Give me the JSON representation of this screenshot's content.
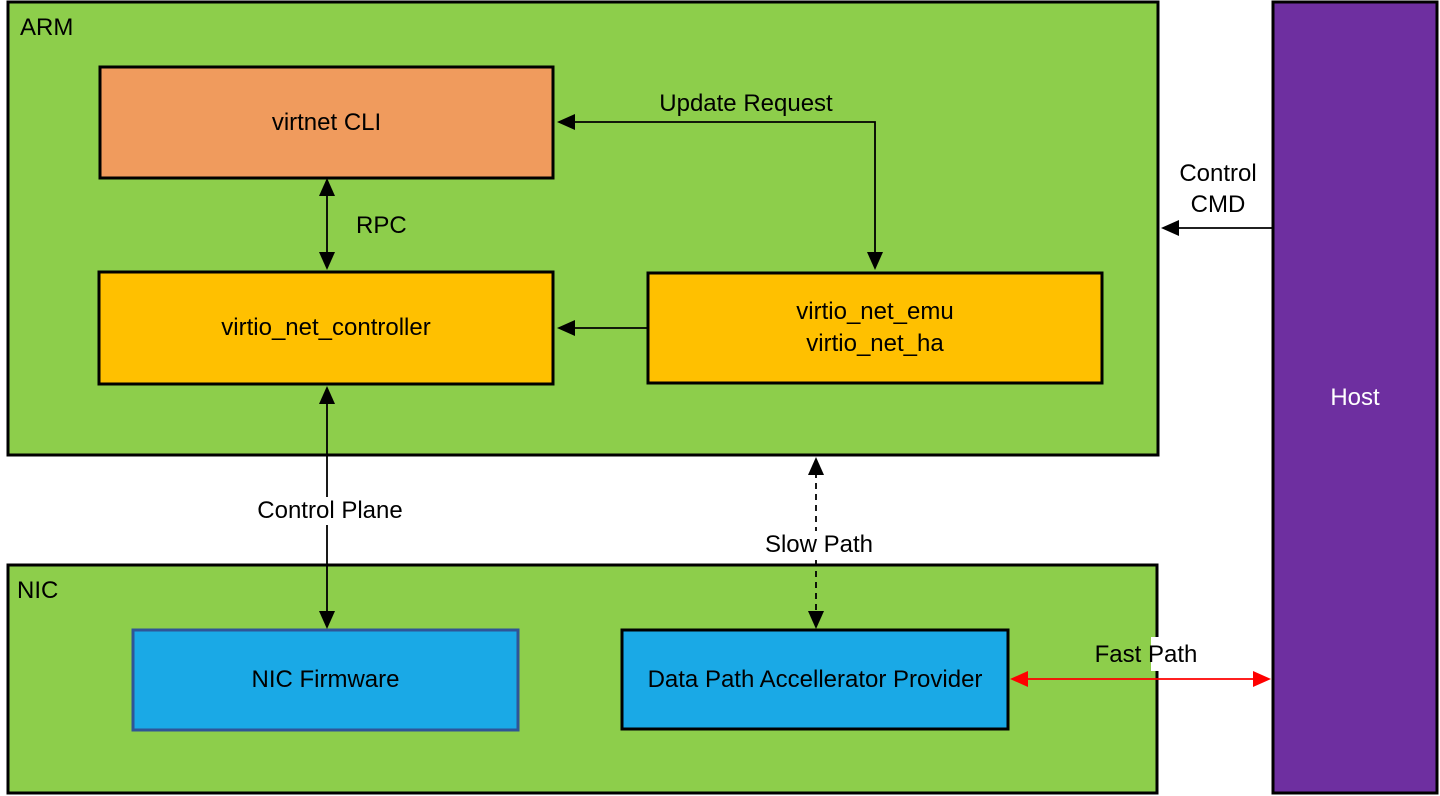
{
  "containers": {
    "arm": {
      "label": "ARM",
      "fill": "#8DCE4B",
      "stroke": "#000000"
    },
    "nic": {
      "label": "NIC",
      "fill": "#8DCE4B",
      "stroke": "#000000"
    },
    "host": {
      "label": "Host",
      "fill": "#6E2FA0",
      "stroke": "#000000",
      "text_color": "#FFFFFF"
    }
  },
  "nodes": {
    "virtnet_cli": {
      "label": "virtnet CLI",
      "fill": "#F09B5D",
      "stroke": "#000000"
    },
    "virtio_net_controller": {
      "label": "virtio_net_controller",
      "fill": "#FFC000",
      "stroke": "#000000"
    },
    "virtio_net_emu_ha": {
      "line1": "virtio_net_emu",
      "line2": "virtio_net_ha",
      "fill": "#FFC000",
      "stroke": "#000000"
    },
    "nic_firmware": {
      "label": "NIC Firmware",
      "fill": "#1AA9E6",
      "stroke": "#2F5597"
    },
    "data_path_accelerator": {
      "label": "Data Path Accellerator Provider",
      "fill": "#1AA9E6",
      "stroke": "#000000"
    }
  },
  "connectors": {
    "rpc": {
      "label": "RPC",
      "color": "#000000",
      "style": "solid",
      "arrows": "both"
    },
    "update_request": {
      "label": "Update Request",
      "color": "#000000",
      "style": "solid",
      "arrows": "both"
    },
    "emu_to_controller": {
      "color": "#000000",
      "style": "solid",
      "arrows": "end"
    },
    "control_cmd": {
      "line1": "Control",
      "line2": "CMD",
      "color": "#000000",
      "style": "solid",
      "arrows": "end"
    },
    "control_plane": {
      "label": "Control Plane",
      "color": "#000000",
      "style": "solid",
      "arrows": "both"
    },
    "slow_path": {
      "label": "Slow Path",
      "color": "#000000",
      "style": "dashed",
      "arrows": "both"
    },
    "fast_path": {
      "label": "Fast Path",
      "color": "#FF0000",
      "style": "solid",
      "arrows": "both"
    }
  }
}
